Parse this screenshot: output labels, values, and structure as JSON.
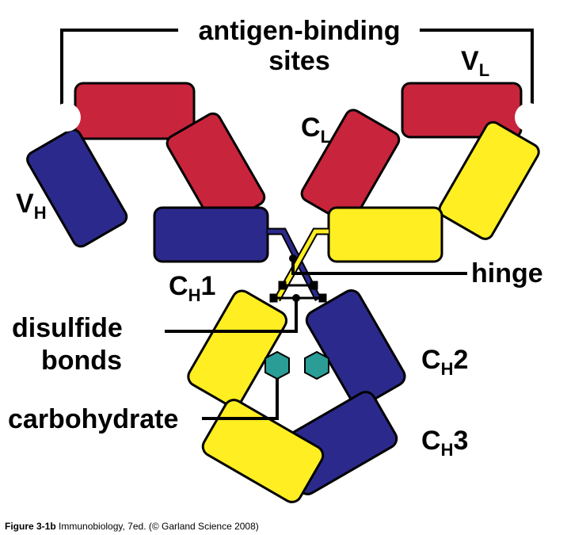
{
  "labels": {
    "antigen_binding_line1": "antigen-binding",
    "antigen_binding_line2": "sites",
    "vl_main": "V",
    "vl_sub": "L",
    "cl_main": "C",
    "cl_sub": "L",
    "vh_main": "V",
    "vh_sub": "H",
    "ch1_main": "C",
    "ch1_sub": "H",
    "ch1_num": "1",
    "hinge": "hinge",
    "disulfide_line1": "disulfide",
    "disulfide_line2": "bonds",
    "ch2_main": "C",
    "ch2_sub": "H",
    "ch2_num": "2",
    "carbohydrate": "carbohydrate",
    "ch3_main": "C",
    "ch3_sub": "H",
    "ch3_num": "3"
  },
  "caption": {
    "figure": "Figure 3-1b",
    "text": "  Immunobiology, 7ed. (© Garland Science 2008)"
  },
  "colors": {
    "light_chain_variable": "#c8243c",
    "heavy_chain": "#2b2a8c",
    "light_chain_constant_yellow": "#ffee22",
    "carbohydrate": "#2a9d96",
    "outline": "#000000"
  }
}
